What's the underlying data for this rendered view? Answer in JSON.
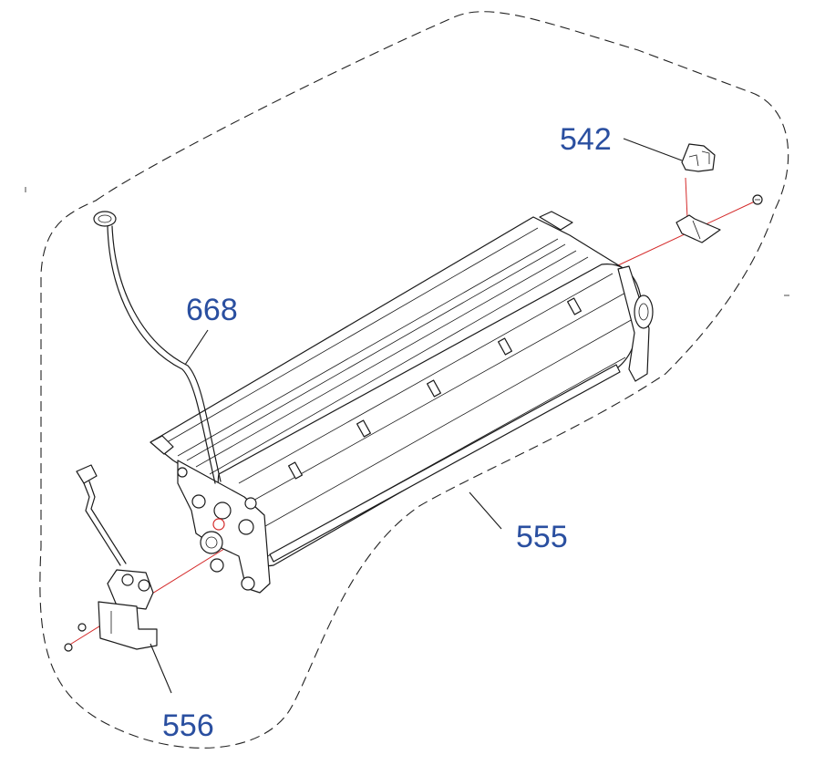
{
  "diagram": {
    "callouts": [
      {
        "id": "542",
        "text": "542"
      },
      {
        "id": "668",
        "text": "668"
      },
      {
        "id": "555",
        "text": "555"
      },
      {
        "id": "556",
        "text": "556"
      }
    ]
  }
}
